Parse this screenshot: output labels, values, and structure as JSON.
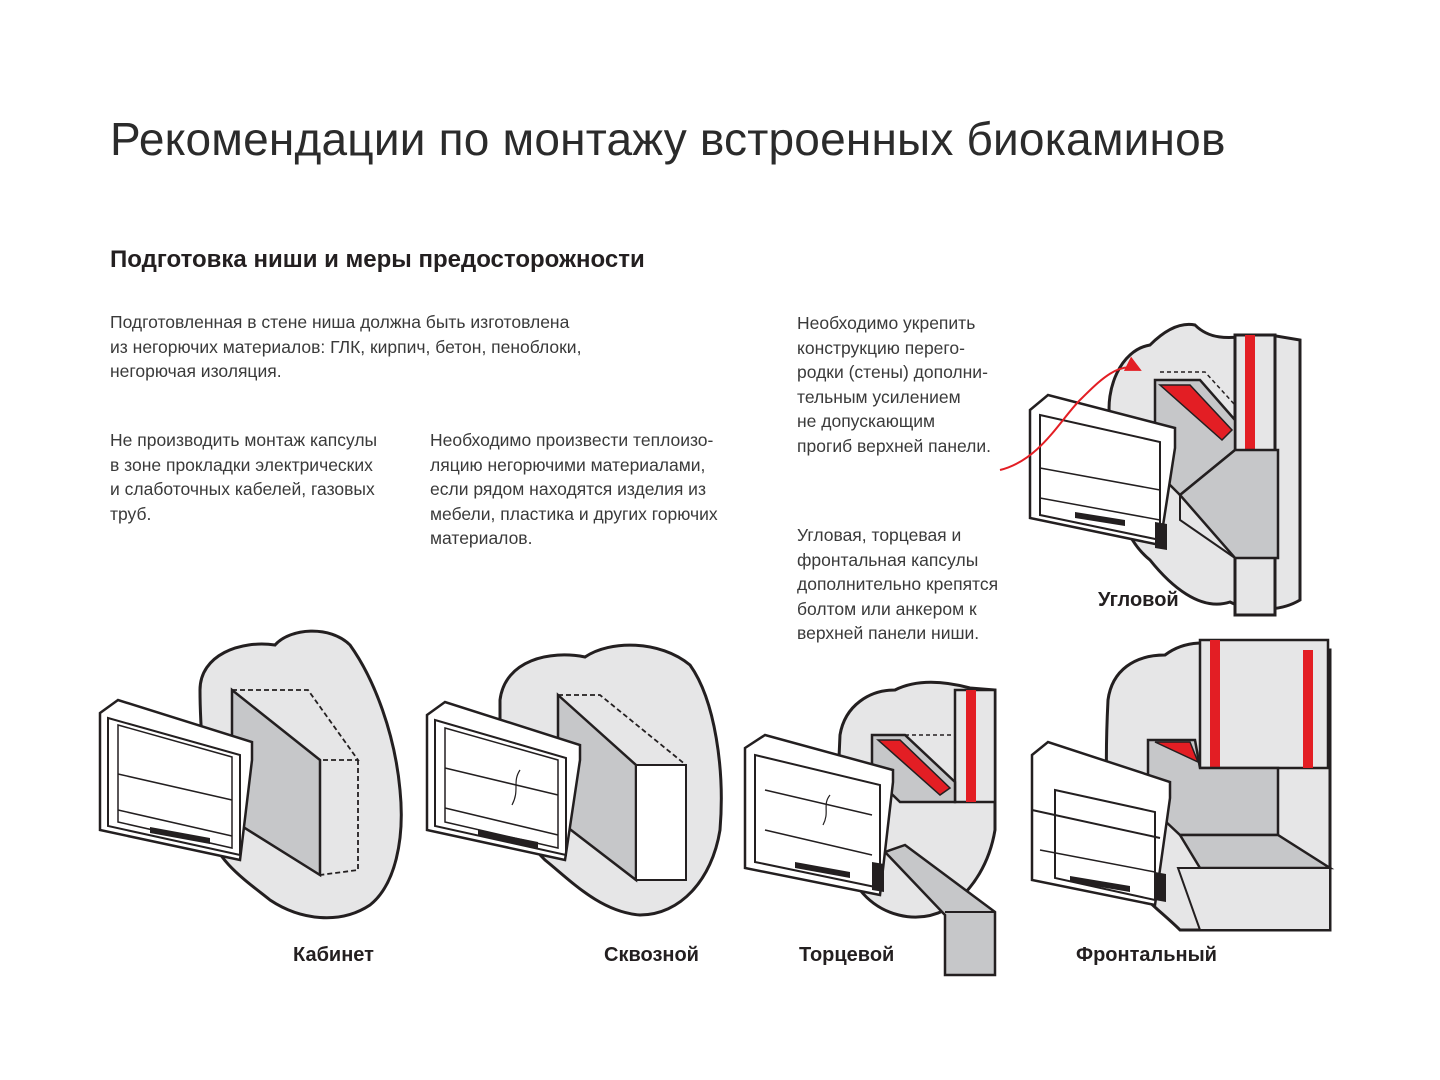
{
  "title": "Рекомендации по монтажу встроенных биокаминов",
  "subtitle": "Подготовка ниши и меры предосторожности",
  "intro_lines": [
    "Подготовленная в стене ниша должна быть изготовлена",
    "из негорючих материалов: ГЛК, кирпич, бетон, пеноблоки,",
    "негорючая изоляция."
  ],
  "warning_cables_lines": [
    "Не производить монтаж капсулы",
    "в зоне прокладки электрических",
    "и слаботочных кабелей, газовых",
    "труб."
  ],
  "warning_insulation_lines": [
    "Необходимо произвести теплоизо-",
    "ляцию негорючими материалами,",
    "если рядом находятся изделия из",
    "мебели, пластика и других горючих",
    "материалов."
  ],
  "reinforce_lines": [
    "Необходимо укрепить",
    "конструкцию перего-",
    "родки (стены) дополни-",
    "тельным усилением",
    "не допускающим",
    "прогиб верхней панели."
  ],
  "fastening_lines": [
    "Угловая, торцевая и",
    "фронтальная капсулы",
    "дополнительно крепятся",
    "болтом или анкером к",
    "верхней панели ниши."
  ],
  "labels": {
    "cabinet": "Кабинет",
    "through": "Сквозной",
    "end": "Торцевой",
    "frontal": "Фронтальный",
    "corner": "Угловой"
  },
  "colors": {
    "wall": "#e6e6e7",
    "niche": "#c6c7c9",
    "outline": "#231f20",
    "accent": "#e31e24"
  }
}
